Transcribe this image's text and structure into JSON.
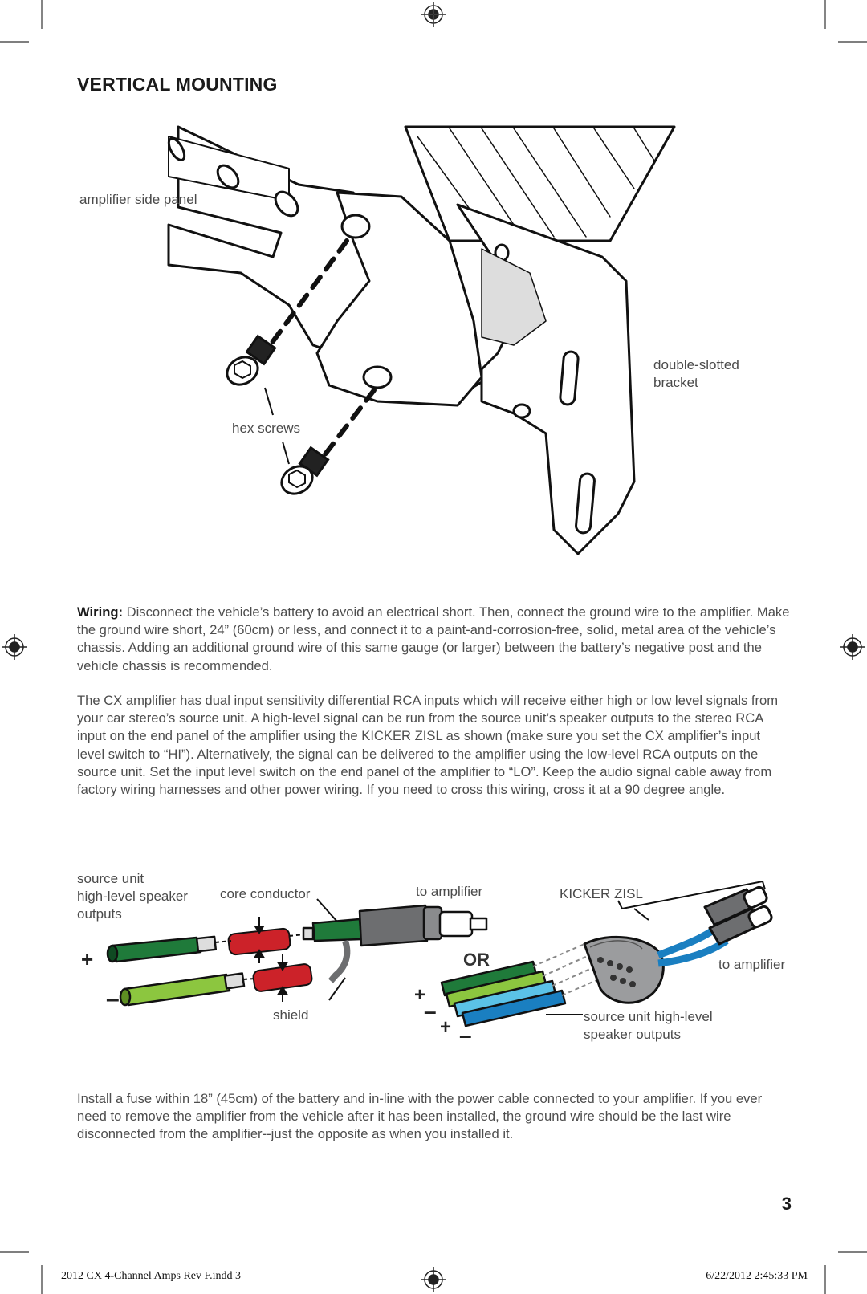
{
  "heading": "VERTICAL MOUNTING",
  "mounting_labels": {
    "side_panel": "amplifier side panel",
    "bracket_line1": "double-slotted",
    "bracket_line2": "bracket",
    "screws": "hex screws"
  },
  "wiring": {
    "lead": "Wiring:",
    "text": "Disconnect the vehicle’s battery to avoid an electrical short. Then, connect the ground wire to the amplifier. Make the ground wire short, 24” (60cm) or less, and connect it to a paint-and-corrosion-free, solid, metal area of the vehicle’s chassis. Adding an additional ground wire of this same gauge (or larger) between the battery’s negative post and the vehicle chassis is recommended.",
    "paragraph2": "The CX amplifier has dual input sensitivity differential RCA inputs which will receive either high or low level signals from your car stereo’s source unit. A high-level signal can be run from the source unit’s speaker outputs to the stereo RCA input on the end panel of the amplifier using the KICKER ZISL as shown (make sure you set the CX amplifier’s input level switch to “HI”). Alternatively, the signal can be delivered to the amplifier using the low-level RCA outputs on the source unit. Set the input level switch on the end panel of the amplifier to “LO”. Keep the audio signal cable away from factory wiring harnesses and other power wiring. If you need to cross this wiring, cross it at a 90 degree angle."
  },
  "diagram_labels": {
    "source_line1": "source unit",
    "source_line2": "high-level speaker",
    "source_line3": "outputs",
    "core": "core conductor",
    "to_amp_left": "to amplifier",
    "shield": "shield",
    "or": "OR",
    "zisl": "KICKER ZISL",
    "to_amp_right": "to amplifier",
    "source_right_line1": "source unit high-level",
    "source_right_line2": "speaker outputs",
    "plus": "+",
    "minus": "–"
  },
  "fuse_text": "Install a fuse within 18” (45cm) of the battery and in-line with the power cable connected to your amplifier. If you ever need to remove the amplifier from the vehicle after it has been installed, the ground wire should be the last wire disconnected from the amplifier--just the opposite as when you installed it.",
  "page_number": "3",
  "footer": {
    "left": "2012 CX 4-Channel Amps Rev F.indd   3",
    "right": "6/22/2012   2:45:33 PM"
  },
  "colors": {
    "dark_green": "#1f7a3a",
    "light_green": "#8cc63f",
    "red": "#cc2229",
    "light_blue": "#5bc2e7",
    "blue": "#1a7fc1",
    "gray": "#6d6e70"
  }
}
